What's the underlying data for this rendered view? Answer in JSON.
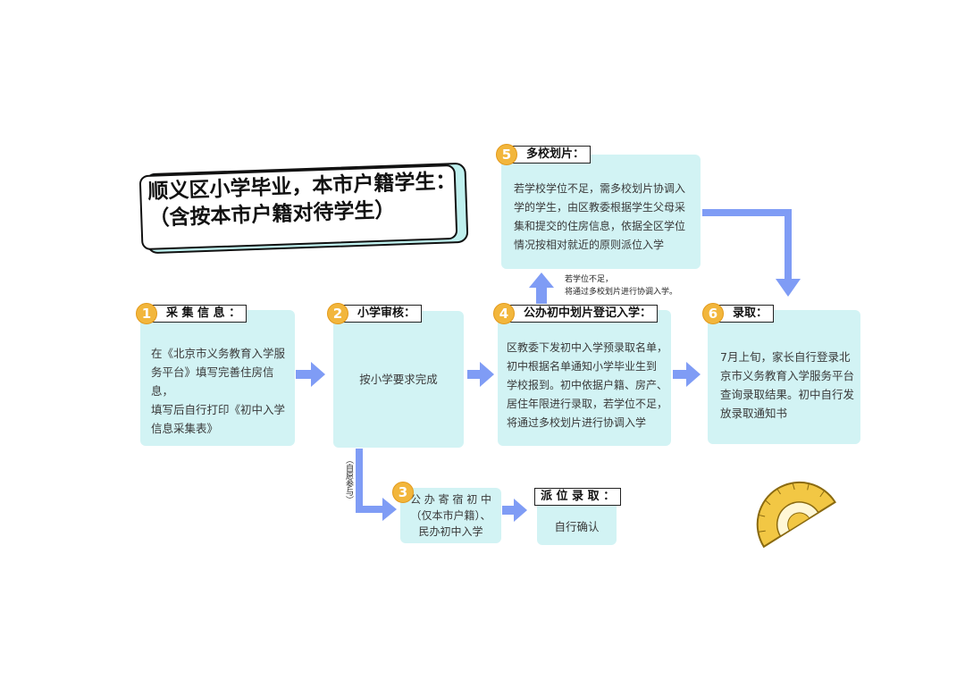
{
  "title": {
    "line1": "顺义区小学毕业，本市户籍学生：",
    "line2": "（含按本市户籍对待学生）"
  },
  "steps": [
    {
      "num": "1",
      "label": "采 集 信 息 ：",
      "lines": [
        "在《北京市义务教育入学服",
        "务平台》填写完善住房信息，",
        "填写后自行打印《初中入学",
        "信息采集表》"
      ]
    },
    {
      "num": "2",
      "label": "小学审核：",
      "text": "按小学要求完成"
    },
    {
      "num": "3",
      "lines": [
        "公 办 寄 宿 初 中",
        "（仅本市户籍）、",
        "民办初中入学"
      ]
    },
    {
      "num": "4",
      "label": "公办初中划片登记入学：",
      "lines": [
        "区教委下发初中入学预录取名单，",
        "初中根据名单通知小学毕业生到",
        "学校报到。初中依据户籍、房产、",
        "居住年限进行录取，若学位不足，",
        "将通过多校划片进行协调入学"
      ]
    },
    {
      "num": "5",
      "label": "多校划片：",
      "lines": [
        "若学校学位不足，需多校划片协调入",
        "学的学生，由区教委根据学生父母采",
        "集和提交的住房信息，依据全区学位",
        "情况按相对就近的原则派位入学"
      ]
    },
    {
      "num": "6",
      "label": "录取：",
      "lines": [
        "7月上旬，家长自行登录北",
        "京市义务教育入学服务平台",
        "查询录取结果。初中自行发",
        "放录取通知书"
      ]
    }
  ],
  "assign": {
    "label": "派 位 录 取 ：",
    "text": "自行确认"
  },
  "notes": {
    "voluntary": "（自愿参与）",
    "shortage_line1": "若学位不足，",
    "shortage_line2": "将通过多校划片进行协调入学。"
  },
  "colors": {
    "box": "#d2f3f4",
    "arrow": "#7f9cf5",
    "badge": "#f2b63c",
    "protractor": "#f2c744"
  }
}
